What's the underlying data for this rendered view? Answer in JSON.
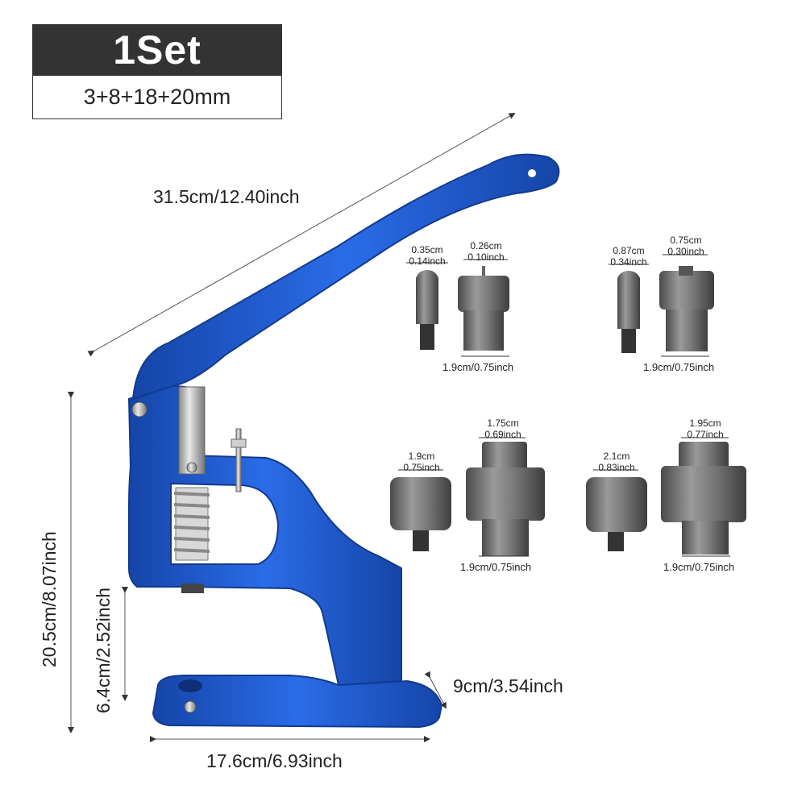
{
  "header": {
    "set_label": "1Set",
    "sizes_label": "3+8+18+20mm"
  },
  "dimensions": {
    "handle_length": "31.5cm/12.40inch",
    "height": "20.5cm/8.07inch",
    "throat_depth": "6.4cm/2.52inch",
    "base_depth": "9cm/3.54inch",
    "base_width": "17.6cm/6.93inch"
  },
  "dies": [
    {
      "top_cm": "0.35cm",
      "top_in": "0.14inch",
      "bottom": ""
    },
    {
      "top_cm": "0.26cm",
      "top_in": "0.10inch",
      "bottom": "1.9cm/0.75inch"
    },
    {
      "top_cm": "0.87cm",
      "top_in": "0.34inch",
      "bottom": ""
    },
    {
      "top_cm": "0.75cm",
      "top_in": "0.30inch",
      "bottom": "1.9cm/0.75inch"
    },
    {
      "top_cm": "1.9cm",
      "top_in": "0.75inch",
      "bottom": ""
    },
    {
      "top_cm": "1.75cm",
      "top_in": "0.69inch",
      "bottom": "1.9cm/0.75inch"
    },
    {
      "top_cm": "2.1cm",
      "top_in": "0.83inch",
      "bottom": ""
    },
    {
      "top_cm": "1.95cm",
      "top_in": "0.77inch",
      "bottom": "1.9cm/0.75inch"
    }
  ],
  "colors": {
    "press_blue": "#1f5fd6",
    "press_dark": "#1545a8",
    "metal": "#6c6c6c",
    "label_box": "#333333"
  }
}
